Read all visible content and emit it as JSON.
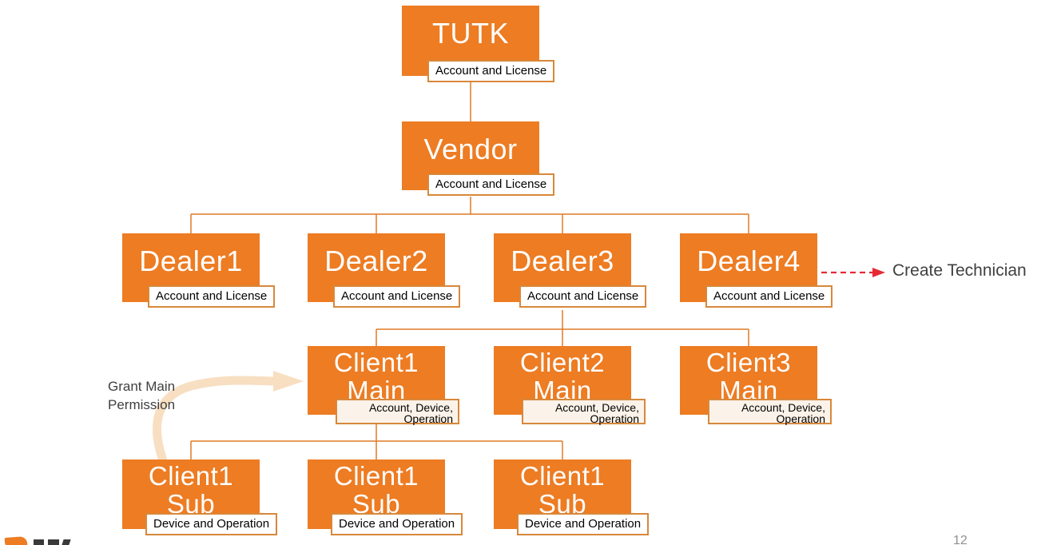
{
  "slide": {
    "nodes": {
      "tutk": {
        "title": "TUTK",
        "badge": "Account and License"
      },
      "vendor": {
        "title": "Vendor",
        "badge": "Account and License"
      },
      "dealer1": {
        "title": "Dealer1",
        "badge": "Account and License"
      },
      "dealer2": {
        "title": "Dealer2",
        "badge": "Account and License"
      },
      "dealer3": {
        "title": "Dealer3",
        "badge": "Account and License"
      },
      "dealer4": {
        "title": "Dealer4",
        "badge": "Account and License"
      },
      "client1_main": {
        "title1": "Client1",
        "title2": "Main",
        "badge1": "Account, Device,",
        "badge2": "Operation"
      },
      "client2_main": {
        "title1": "Client2",
        "title2": "Main",
        "badge1": "Account, Device,",
        "badge2": "Operation"
      },
      "client3_main": {
        "title1": "Client3",
        "title2": "Main",
        "badge1": "Account, Device,",
        "badge2": "Operation"
      },
      "client1_sub_a": {
        "title1": "Client1",
        "title2": "Sub",
        "badge": "Device and Operation"
      },
      "client1_sub_b": {
        "title1": "Client1",
        "title2": "Sub",
        "badge": "Device and Operation"
      },
      "client1_sub_c": {
        "title1": "Client1",
        "title2": "Sub",
        "badge": "Device and Operation"
      }
    },
    "annotations": {
      "create_technician": "Create Technician",
      "grant_main_1": "Grant Main",
      "grant_main_2": "Permission"
    },
    "footer": {
      "logo_icon": "tutk-logo-partial",
      "page_number": "12"
    },
    "colors": {
      "box_orange": "#ED7C23",
      "line_orange": "#DF7A27",
      "badge_border": "#D8883B",
      "badge_bg": "#FFFFFF",
      "badge_bg_warm": "#FBF3EA",
      "arrow_red": "#E62A35",
      "arrow_peach": "#F8DFC2",
      "text_dark": "#3F3F3F",
      "page_gray": "#8F8F8F"
    }
  }
}
